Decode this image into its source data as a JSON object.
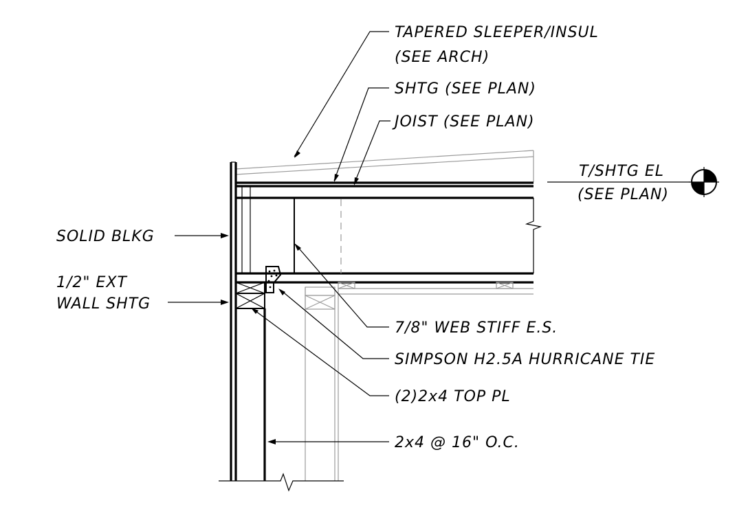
{
  "labels": {
    "tapered_line1": "TAPERED SLEEPER/INSUL",
    "tapered_line2": "(SEE ARCH)",
    "shtg": "SHTG (SEE PLAN)",
    "joist": "JOIST (SEE PLAN)",
    "elev_line1": "T/SHTG EL",
    "elev_line2": "(SEE PLAN)",
    "solid_blkg": "SOLID BLKG",
    "wall_shtg_line1": "1/2\" EXT",
    "wall_shtg_line2": "WALL SHTG",
    "web_stiff": "7/8\" WEB STIFF E.S.",
    "hurricane_tie": "SIMPSON H2.5A HURRICANE TIE",
    "top_plate": "(2)2x4 TOP PL",
    "studs": "2x4 @ 16\" O.C."
  },
  "icons": {
    "elevation_marker": "elevation-target-icon",
    "break_line": "break-line-icon"
  }
}
